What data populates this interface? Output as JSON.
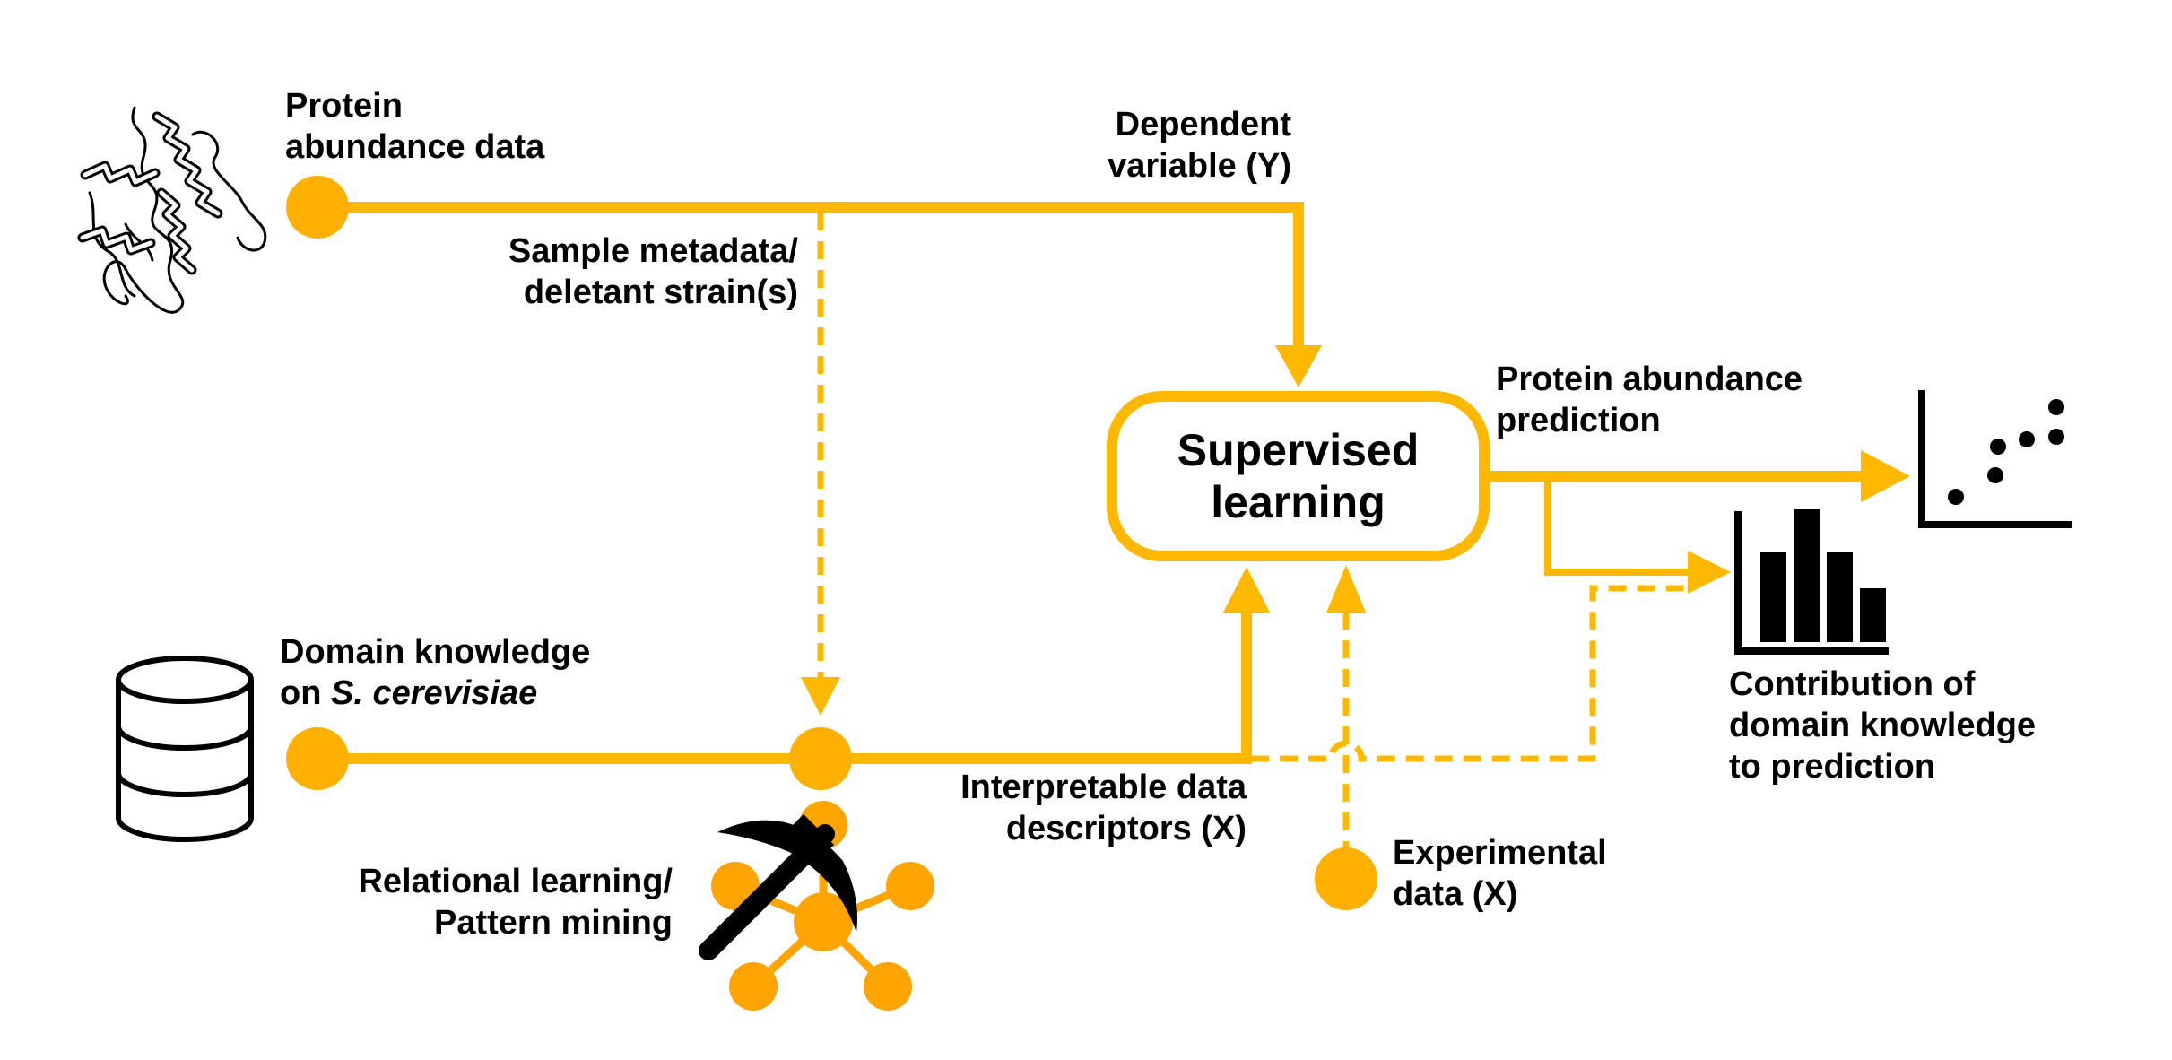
{
  "colors": {
    "flow": "#FFB800",
    "node": "#FFB000",
    "network": "#FFA400",
    "ink": "#000000"
  },
  "icons": {
    "protein": "protein-structure-icon",
    "database": "database-icon",
    "scatter": "scatter-plot-icon",
    "bar_chart": "bar-chart-icon",
    "pickaxe_network": "pickaxe-network-icon"
  },
  "nodes": {
    "protein_abundance": {
      "line1": "Protein",
      "line2": "abundance data"
    },
    "domain_knowledge": {
      "line1": "Domain knowledge",
      "line2_prefix": "on ",
      "line2_italic": "S. cerevisiae"
    },
    "experimental": {
      "line1": "Experimental",
      "line2": "data (X)"
    },
    "relational": {
      "line1": "Relational learning/",
      "line2": "Pattern mining"
    }
  },
  "edges": {
    "dependent": {
      "line1": "Dependent",
      "line2": "variable (Y)"
    },
    "metadata": {
      "line1": "Sample metadata/",
      "line2": "deletant strain(s)"
    },
    "descriptors": {
      "line1": "Interpretable data",
      "line2": "descriptors (X)"
    },
    "prediction": {
      "line1": "Protein abundance",
      "line2": "prediction"
    }
  },
  "model": {
    "line1": "Supervised",
    "line2": "learning"
  },
  "output": {
    "line1": "Contribution of",
    "line2": "domain knowledge",
    "line3": "to prediction"
  }
}
